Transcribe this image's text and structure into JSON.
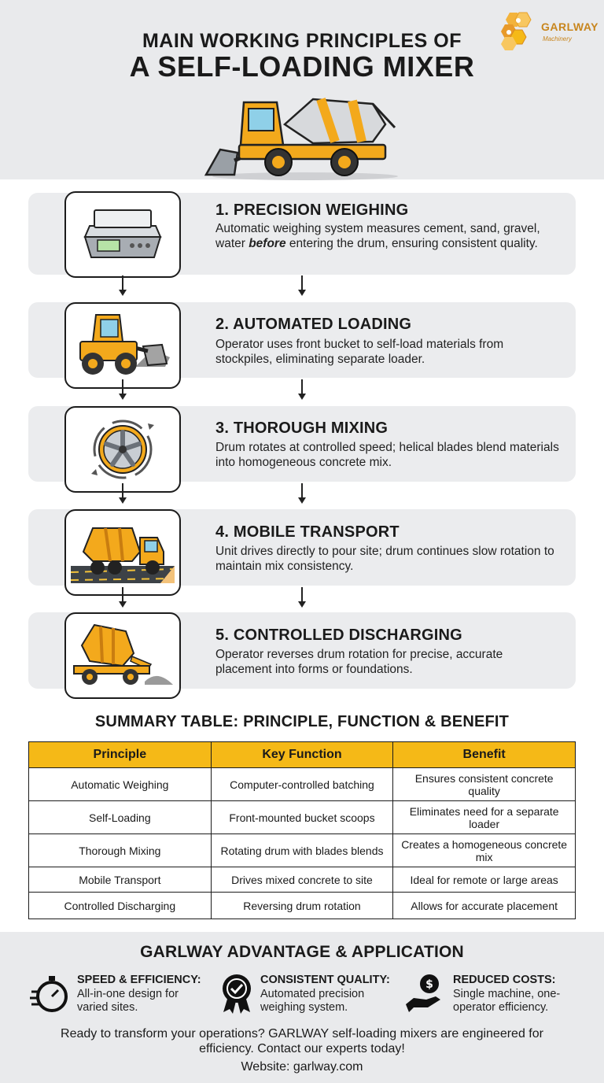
{
  "brand": {
    "name": "GARLWAY",
    "sub": "Machinery",
    "accent": "#f5b917",
    "logo_color": "#c8861e"
  },
  "header": {
    "title_line1": "MAIN WORKING PRINCIPLES OF",
    "title_line2": "A SELF-LOADING MIXER"
  },
  "steps": [
    {
      "title": "1. PRECISION WEIGHING",
      "desc_before": "Automatic weighing system measures cement, sand, gravel, water ",
      "desc_em": "before",
      "desc_after": " entering the drum, ensuring consistent quality.",
      "icon": "scale-icon"
    },
    {
      "title": "2. AUTOMATED LOADING",
      "desc": "Operator uses front bucket to self-load materials from stockpiles, eliminating separate loader.",
      "icon": "wheel-loader-icon"
    },
    {
      "title": "3. THOROUGH MIXING",
      "desc": "Drum rotates at controlled speed; helical blades blend materials into homogeneous concrete mix.",
      "icon": "mixing-drum-icon"
    },
    {
      "title": "4. MOBILE TRANSPORT",
      "desc": "Unit drives directly to pour site; drum continues slow rotation to maintain mix consistency.",
      "icon": "mixer-truck-icon"
    },
    {
      "title": "5. CONTROLLED DISCHARGING",
      "desc": "Operator reverses drum rotation for precise, accurate placement into forms or foundations.",
      "icon": "discharge-icon"
    }
  ],
  "summary": {
    "title": "SUMMARY TABLE: PRINCIPLE, FUNCTION & BENEFIT",
    "headers": [
      "Principle",
      "Key Function",
      "Benefit"
    ],
    "rows": [
      [
        "Automatic Weighing",
        "Computer-controlled batching",
        "Ensures consistent concrete quality"
      ],
      [
        "Self-Loading",
        "Front-mounted bucket scoops",
        "Eliminates need for a separate loader"
      ],
      [
        "Thorough Mixing",
        "Rotating drum with blades blends",
        "Creates a homogeneous concrete mix"
      ],
      [
        "Mobile Transport",
        "Drives mixed concrete to site",
        "Ideal for remote or large areas"
      ],
      [
        "Controlled Discharging",
        "Reversing drum rotation",
        "Allows for accurate placement"
      ]
    ]
  },
  "advantage": {
    "title": "GARLWAY ADVANTAGE & APPLICATION",
    "items": [
      {
        "head": "SPEED & EFFICIENCY:",
        "text": "All-in-one design for varied sites.",
        "icon": "stopwatch-icon"
      },
      {
        "head": "CONSISTENT QUALITY:",
        "text": "Automated precision weighing system.",
        "icon": "quality-badge-icon"
      },
      {
        "head": "REDUCED COSTS:",
        "text": "Single machine, one-operator efficiency.",
        "icon": "money-hand-icon"
      }
    ],
    "cta": "Ready to transform your operations? GARLWAY self-loading mixers are engineered for efficiency. Contact our experts today!",
    "website": "Website: garlway.com"
  }
}
